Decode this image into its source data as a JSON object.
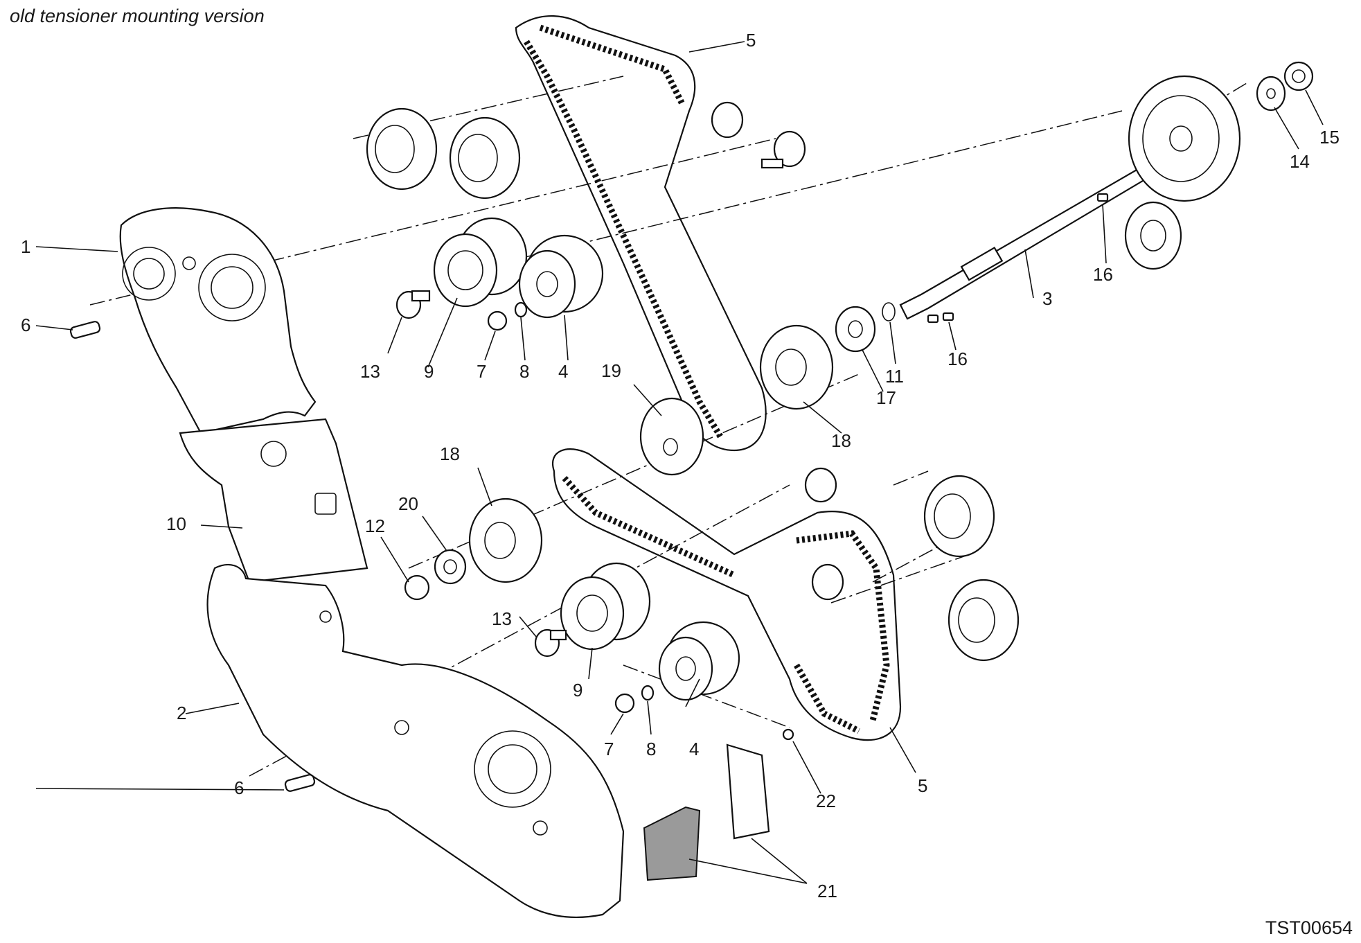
{
  "diagram": {
    "title": "old tensioner mounting version",
    "code": "TST00654"
  },
  "callouts": {
    "c1": "1",
    "c2": "2",
    "c3": "3",
    "c4a": "4",
    "c4b": "4",
    "c5a": "5",
    "c5b": "5",
    "c6a": "6",
    "c6b": "6",
    "c7a": "7",
    "c7b": "7",
    "c8a": "8",
    "c8b": "8",
    "c9a": "9",
    "c9b": "9",
    "c10": "10",
    "c11": "11",
    "c12": "12",
    "c13a": "13",
    "c13b": "13",
    "c14": "14",
    "c15": "15",
    "c16a": "16",
    "c16b": "16",
    "c17": "17",
    "c18a": "18",
    "c18b": "18",
    "c19": "19",
    "c20": "20",
    "c21": "21",
    "c22": "22"
  }
}
